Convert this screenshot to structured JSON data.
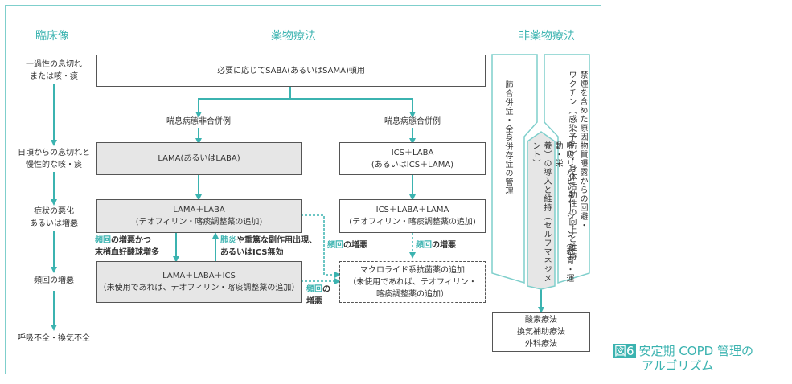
{
  "headers": {
    "clinical": "臨床像",
    "drug": "薬物療法",
    "nondrug": "非薬物療法"
  },
  "clinical_stages": [
    [
      "一過性の息切れ",
      "または咳・痰"
    ],
    [
      "日頃からの息切れと",
      "慢性的な咳・痰"
    ],
    [
      "症状の悪化",
      "あるいは増悪"
    ],
    [
      "頻回の増悪"
    ],
    [
      "呼吸不全・換気不全"
    ]
  ],
  "drug": {
    "top_box": "必要に応じてSABA(あるいはSAMA)頓用",
    "branch_left": "喘息病態非合併例",
    "branch_right": "喘息病態合併例",
    "left_box1": "LAMA(あるいはLABA)",
    "left_box2": [
      "LAMA＋LABA",
      "(テオフィリン・喀痰調整薬の追加)"
    ],
    "left_box3": [
      "LAMA＋LABA＋ICS",
      "（未使用であれば、テオフィリン・喀痰調整薬の追加）"
    ],
    "right_box1": [
      "ICS＋LABA",
      "(あるいはICS＋LAMA)"
    ],
    "right_box2": [
      "ICS＋LABA＋LAMA",
      "(テオフィリン・喀痰調整薬の追加)"
    ],
    "macrolide_box": [
      "マクロライド系抗菌薬の追加",
      "（未使用であれば、テオフィリン・",
      "喀痰調整薬の追加）"
    ],
    "note_down": {
      "hl": "頻回",
      "rest1": "の増悪かつ",
      "line2": "末梢血好酸球増多"
    },
    "note_up": {
      "hl": "肺炎",
      "rest1": "や重篤な副作用出現、",
      "line2": "あるいはICS無効"
    },
    "note_mid": {
      "hl": "頻回",
      "rest": "の増悪"
    },
    "note_right": {
      "hl": "頻回",
      "rest": "の増悪"
    },
    "note_bottom": {
      "hl": "頻回",
      "rest1": "の",
      "line2": "増悪"
    }
  },
  "nondrug": {
    "col1": "肺合併症・全身併存症の管理",
    "col3": [
      "禁煙を含めた原因物質曝露からの回避・",
      "ワクチン（感染予防）・身体活動性の向上と維持"
    ],
    "col2": [
      "呼吸リハビリテーション（教育・運動・栄",
      "養）の導入と維持（セルフマネジメント）"
    ],
    "bottom_box": [
      "酸素療法",
      "換気補助療法",
      "外科療法"
    ]
  },
  "caption": {
    "badge": "図6",
    "line1": "安定期 COPD 管理の",
    "line2": "アルゴリズム"
  },
  "colors": {
    "accent": "#3bb3b0",
    "frame": "#7fcfcc",
    "box_gray": "#e6e6e6",
    "border": "#555555"
  }
}
